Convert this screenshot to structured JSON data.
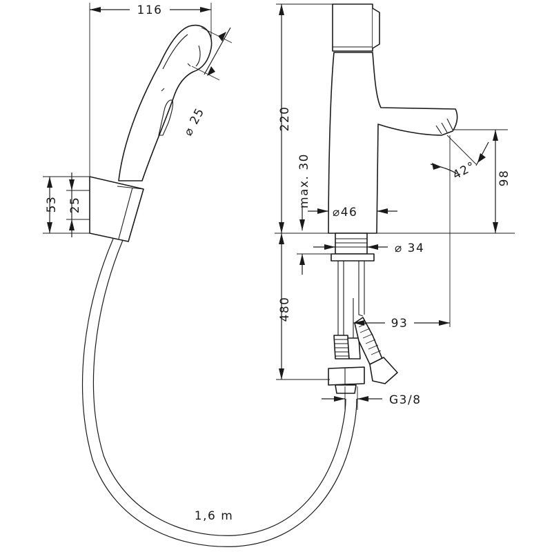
{
  "dimensions": {
    "handshower_length": "116",
    "handshower_diameter": "⌀ 25",
    "holder_height": "53",
    "holder_mount": "25",
    "mixer_height": "220",
    "max_deck": "max. 30",
    "body_diameter": "⌀46",
    "spout_angle": "42°",
    "spout_height": "98",
    "shank_diameter": "⌀ 34",
    "hose_length_below": "480",
    "spout_reach": "93",
    "connection_thread": "G3/8",
    "hose_length": "1,6 m"
  }
}
